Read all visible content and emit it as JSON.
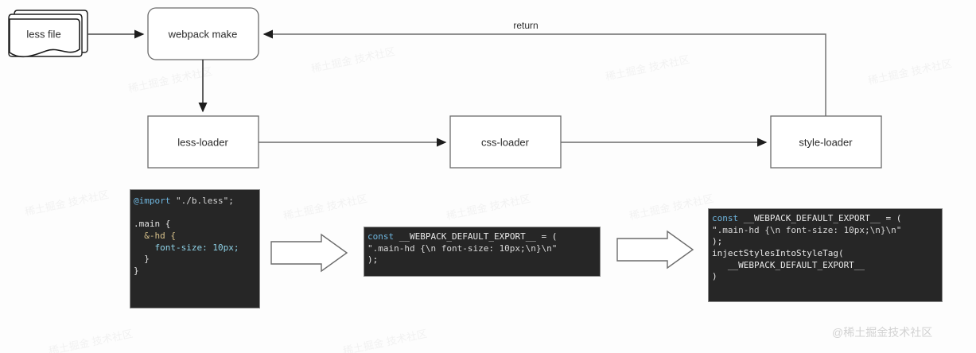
{
  "diagram": {
    "title": "webpack less loader chain",
    "nodes": [
      {
        "id": "less-file",
        "label": "less file",
        "shape": "document-stack"
      },
      {
        "id": "webpack-make",
        "label": "webpack make",
        "shape": "rounded-rect"
      },
      {
        "id": "less-loader",
        "label": "less-loader",
        "shape": "rect"
      },
      {
        "id": "css-loader",
        "label": "css-loader",
        "shape": "rect"
      },
      {
        "id": "style-loader",
        "label": "style-loader",
        "shape": "rect"
      }
    ],
    "edges": [
      {
        "from": "less-file",
        "to": "webpack-make",
        "label": ""
      },
      {
        "from": "webpack-make",
        "to": "less-loader",
        "label": ""
      },
      {
        "from": "less-loader",
        "to": "css-loader",
        "label": ""
      },
      {
        "from": "css-loader",
        "to": "style-loader",
        "label": ""
      },
      {
        "from": "style-loader",
        "to": "webpack-make",
        "label": "return"
      }
    ],
    "edge_labels": {
      "return": "return"
    }
  },
  "code_blocks": [
    {
      "id": "less-source",
      "lines": [
        [
          {
            "t": "@import ",
            "c": "kw"
          },
          {
            "t": "\"./b.less\";",
            "c": "str"
          }
        ],
        [
          {
            "t": "",
            "c": "plain"
          }
        ],
        [
          {
            "t": ".main {",
            "c": "sel"
          }
        ],
        [
          {
            "t": "  &-hd {",
            "c": "amp"
          }
        ],
        [
          {
            "t": "    font-size: ",
            "c": "prop"
          },
          {
            "t": "10px;",
            "c": "prop"
          }
        ],
        [
          {
            "t": "  }",
            "c": "sel"
          }
        ],
        [
          {
            "t": "}",
            "c": "sel"
          }
        ]
      ]
    },
    {
      "id": "css-loader-output",
      "lines": [
        [
          {
            "t": "const",
            "c": "kw"
          },
          {
            "t": " __WEBPACK_DEFAULT_EXPORT__ = (",
            "c": "ident"
          }
        ],
        [
          {
            "t": "\".main-hd {\\n font-size: 10px;\\n}\\n\"",
            "c": "str"
          }
        ],
        [
          {
            "t": ");",
            "c": "ident"
          }
        ]
      ]
    },
    {
      "id": "style-loader-output",
      "lines": [
        [
          {
            "t": "const",
            "c": "kw"
          },
          {
            "t": " __WEBPACK_DEFAULT_EXPORT__ = (",
            "c": "ident"
          }
        ],
        [
          {
            "t": "\".main-hd {\\n font-size: 10px;\\n}\\n\"",
            "c": "str"
          }
        ],
        [
          {
            "t": ");",
            "c": "ident"
          }
        ],
        [
          {
            "t": "injectStylesIntoStyleTag(",
            "c": "ident"
          }
        ],
        [
          {
            "t": "   __WEBPACK_DEFAULT_EXPORT__",
            "c": "ident"
          }
        ],
        [
          {
            "t": ")",
            "c": "ident"
          }
        ]
      ]
    }
  ],
  "block_arrows": [
    {
      "id": "arrow-less-to-css",
      "direction": "right"
    },
    {
      "id": "arrow-css-to-style",
      "direction": "right"
    }
  ],
  "watermark": {
    "credit": "@稀土掘金技术社区",
    "tile_text": "稀土掘金 技术社区"
  },
  "colors": {
    "code_bg": "#262626",
    "code_border": "#8a8a8a",
    "line": "#4a4a4a",
    "node_stroke": "#6b6b6b",
    "text": "#2b2b2b",
    "keyword": "#6fb7e0",
    "property": "#8fd3e8",
    "amp": "#d6c08a"
  }
}
